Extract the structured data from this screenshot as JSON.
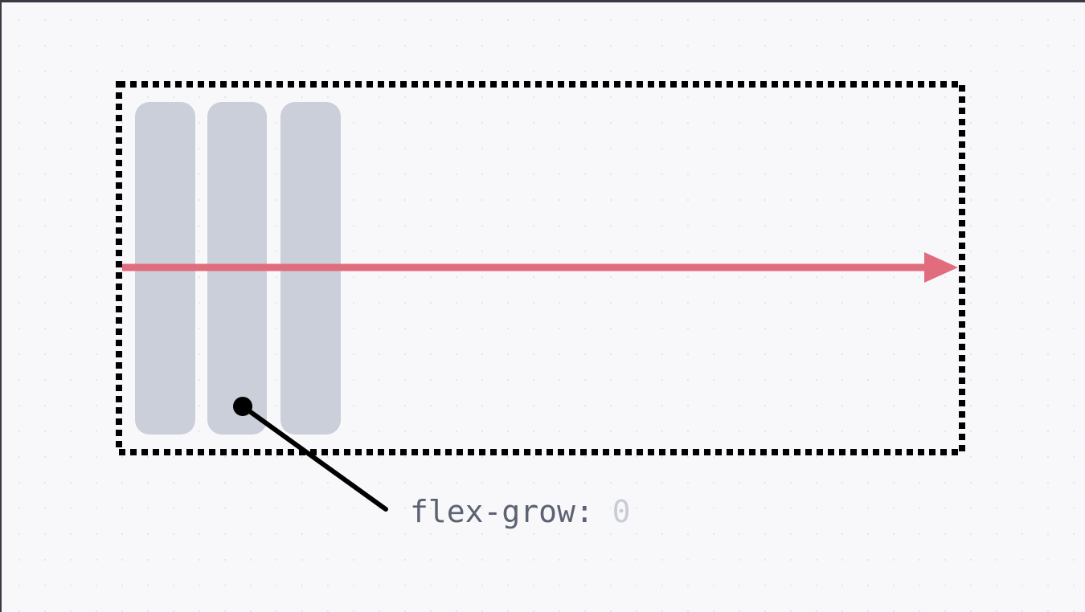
{
  "caption": {
    "property": "flex-grow:",
    "value": "0"
  },
  "colors": {
    "container_border": "#000000",
    "item_fill": "#cbcfda",
    "axis_arrow": "#e06c7e",
    "pointer": "#000000",
    "caption_property": "#5d6272",
    "caption_value": "#c8ccd6"
  },
  "flex_items": [
    "item-1",
    "item-2",
    "item-3"
  ],
  "icons": {
    "axis": "main-axis-arrow-icon",
    "pointer": "callout-pointer-icon"
  }
}
